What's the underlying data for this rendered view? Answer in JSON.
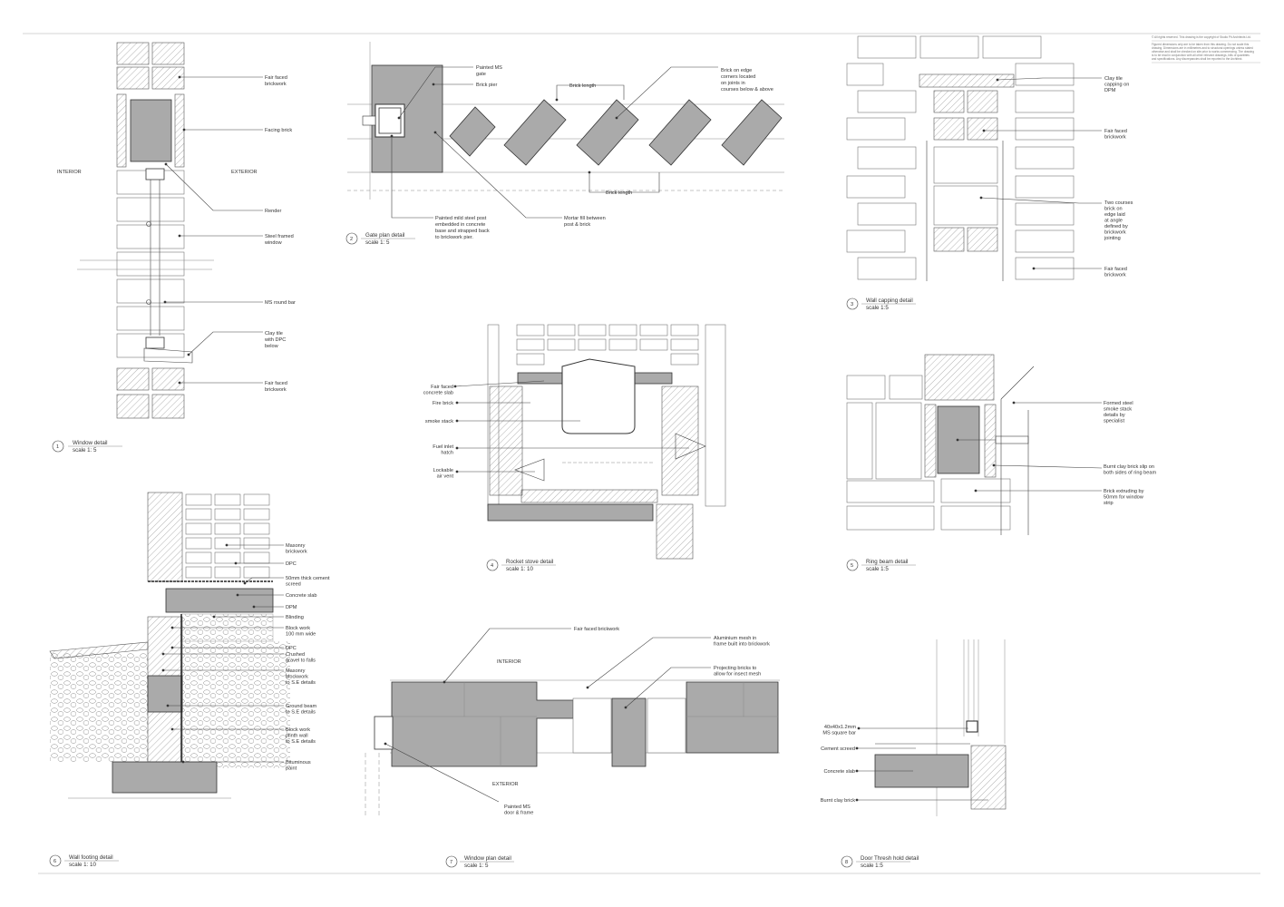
{
  "sheet": {
    "copyright_note": "© All rights reserved. This drawing is the copyright of Studio Pit Architects Ltd.",
    "general_notes": [
      "Figured dimensions only are to be taken from this drawing. Do not scale this",
      "drawing. Dimensions are in millimetres and to structural openings unless stated",
      "otherwise and shall be checked on site prior to works commencing. The drawing",
      "is to be read in conjunction with all other relevant drawings, bills of quantities",
      "and specifications. Any discrepancies shall be reported to the Architect."
    ]
  },
  "details": [
    {
      "number": "1",
      "title": "Window detail",
      "scale": "scale 1: 5",
      "side_labels": [
        "INTERIOR",
        "EXTERIOR"
      ],
      "labels": [
        [
          "Fair faced",
          "brickwork"
        ],
        [
          "Facing brick"
        ],
        [
          "Render"
        ],
        [
          "Steel framed",
          "window"
        ],
        [
          "MS round bar"
        ],
        [
          "Clay tile",
          "with DPC",
          "below"
        ],
        [
          "Fair faced",
          "brickwork"
        ]
      ]
    },
    {
      "number": "2",
      "title": "Gate plan detail",
      "scale": "scale 1: 5",
      "labels": [
        [
          "Painted MS",
          "gate"
        ],
        [
          "Brick pier"
        ],
        [
          "Brick length"
        ],
        [
          "Brick on edge",
          "corners located",
          "on joints in",
          "courses below & above"
        ],
        [
          "Brick length"
        ],
        [
          "Painted mild steel post",
          "embedded in concrete",
          "base and strapped back",
          "to brickwork pier."
        ],
        [
          "Mortar fill between",
          "post & brick"
        ]
      ]
    },
    {
      "number": "3",
      "title": "Wall capping detail",
      "scale": "scale 1:5",
      "labels": [
        [
          "Clay tile",
          "capping on",
          "DPM"
        ],
        [
          "Fair faced",
          "brickwork"
        ],
        [
          "Two courses",
          "brick on",
          "edge laid",
          "at angle",
          "defined by",
          "brickwork",
          "jointing"
        ],
        [
          "Fair faced",
          "brickwork"
        ]
      ]
    },
    {
      "number": "4",
      "title": "Rocket stove detail",
      "scale": "scale 1: 10",
      "labels": [
        [
          "Fair faced",
          "concrete slab"
        ],
        [
          "Fire brick"
        ],
        [
          "smoke stack"
        ],
        [
          "Fuel  inlet",
          "hatch"
        ],
        [
          "Lockable",
          "air vent"
        ]
      ]
    },
    {
      "number": "5",
      "title": "Ring beam detail",
      "scale": "scale 1:5",
      "labels": [
        [
          "Formed steel",
          "smoke stack",
          "details by",
          "specialist"
        ],
        [
          "Burnt clay brick slip on",
          "both sides of ring beam"
        ],
        [
          "Brick extruding by",
          "50mm for window",
          "strip"
        ]
      ]
    },
    {
      "number": "6",
      "title": "Wall footing detail",
      "scale": "scale 1: 10",
      "labels": [
        [
          "Masonry",
          "brickwork"
        ],
        [
          "DPC"
        ],
        [
          "50mm thick cement",
          "screed"
        ],
        [
          "Concrete slab"
        ],
        [
          "DPM"
        ],
        [
          "Blinding"
        ],
        [
          "Block work",
          "100 mm wide"
        ],
        [
          "DPC"
        ],
        [
          "Crushed",
          "gravel to falls"
        ],
        [
          "Masonry",
          "blockwork",
          "to S.E details"
        ],
        [
          "Ground beam",
          "to S.E details"
        ],
        [
          "Block work",
          "plinth wall",
          "to S.E details"
        ],
        [
          "Bituminous",
          "paint"
        ]
      ]
    },
    {
      "number": "7",
      "title": "Window plan detail",
      "scale": "scale 1: 5",
      "side_labels": [
        "INTERIOR",
        "EXTERIOR"
      ],
      "labels": [
        [
          "Fair faced brickwork"
        ],
        [
          "Aluminium mesh in",
          "frame built into brickwork"
        ],
        [
          "Projecting bricks to",
          "allow for insect mesh"
        ],
        [
          "Painted MS",
          "door & frame"
        ]
      ]
    },
    {
      "number": "8",
      "title": "Door Thresh hold detail",
      "scale": "scale 1:5",
      "labels": [
        [
          "40x40x1.2mm",
          "MS square bar"
        ],
        [
          "Cement screed"
        ],
        [
          "Concrete slab"
        ],
        [
          "Burnt clay brick"
        ]
      ]
    }
  ],
  "colors": {
    "line": "#444444",
    "fill_grey": "#aaaaaa",
    "hatch": "#555555"
  }
}
